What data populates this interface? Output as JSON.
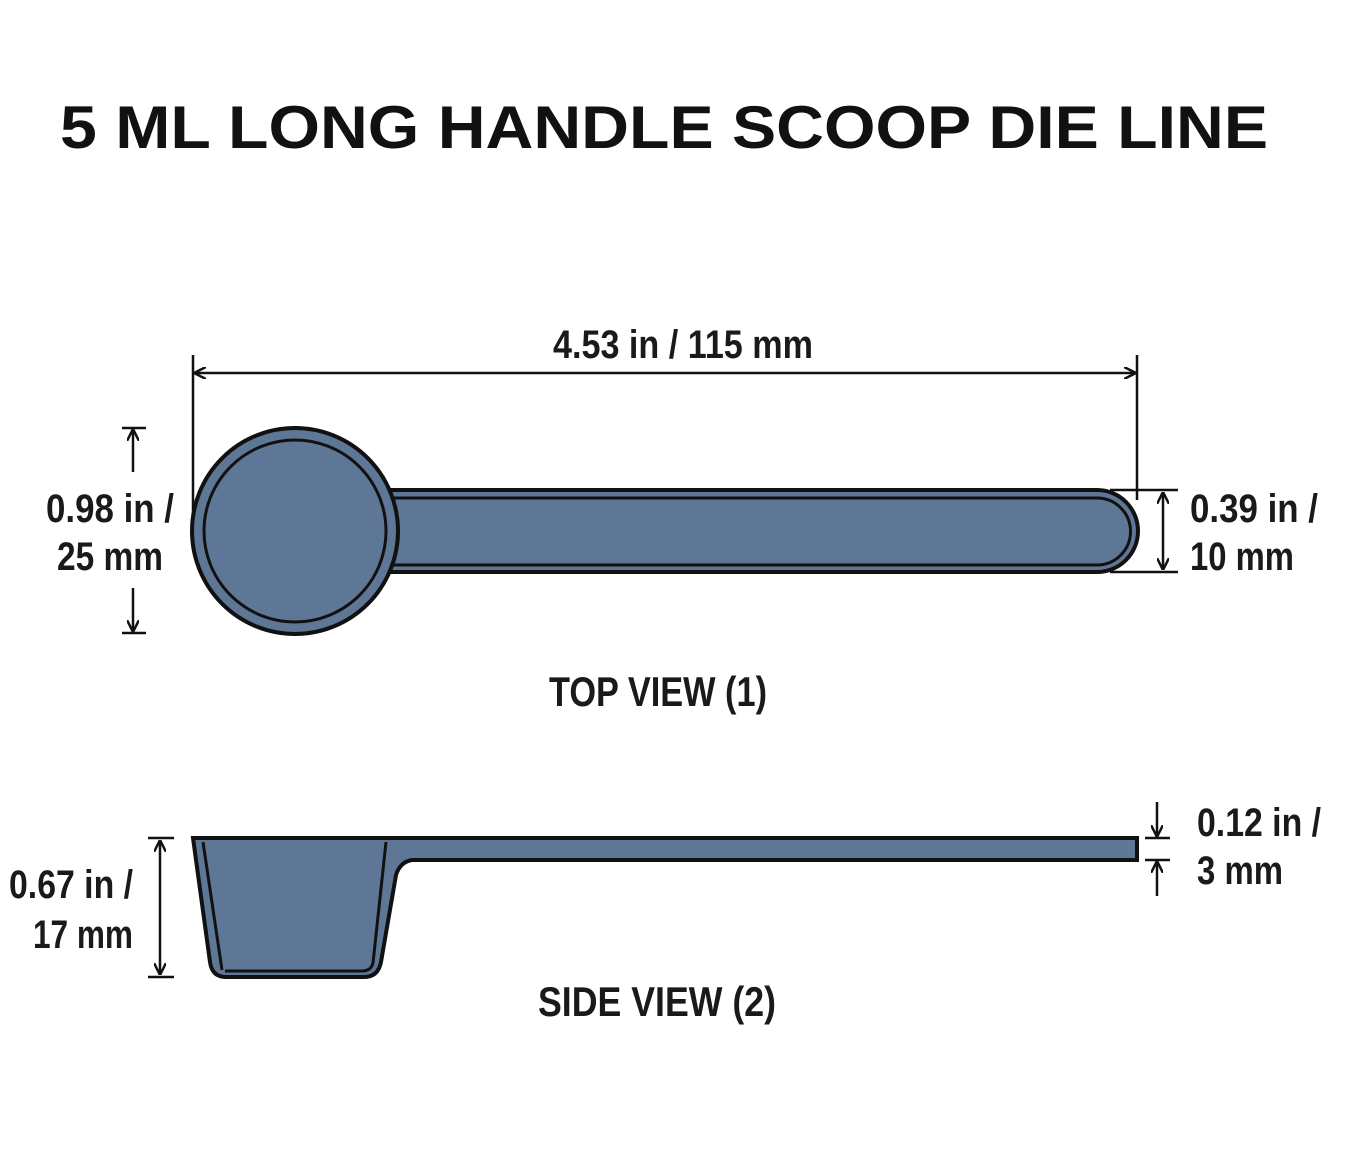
{
  "title": "5 ML LONG HANDLE SCOOP DIE LINE",
  "colors": {
    "scoop_fill": "#5f7796",
    "outline": "#111111"
  },
  "top_view": {
    "label": "TOP VIEW (1)",
    "length": "4.53 in / 115 mm",
    "bowl_diameter_line1": "0.98 in /",
    "bowl_diameter_line2": "25 mm",
    "handle_width_line1": "0.39 in /",
    "handle_width_line2": "10 mm"
  },
  "side_view": {
    "label": "SIDE VIEW (2)",
    "bowl_depth_line1": "0.67 in /",
    "bowl_depth_line2": "17 mm",
    "handle_thickness_line1": "0.12 in /",
    "handle_thickness_line2": "3 mm"
  }
}
